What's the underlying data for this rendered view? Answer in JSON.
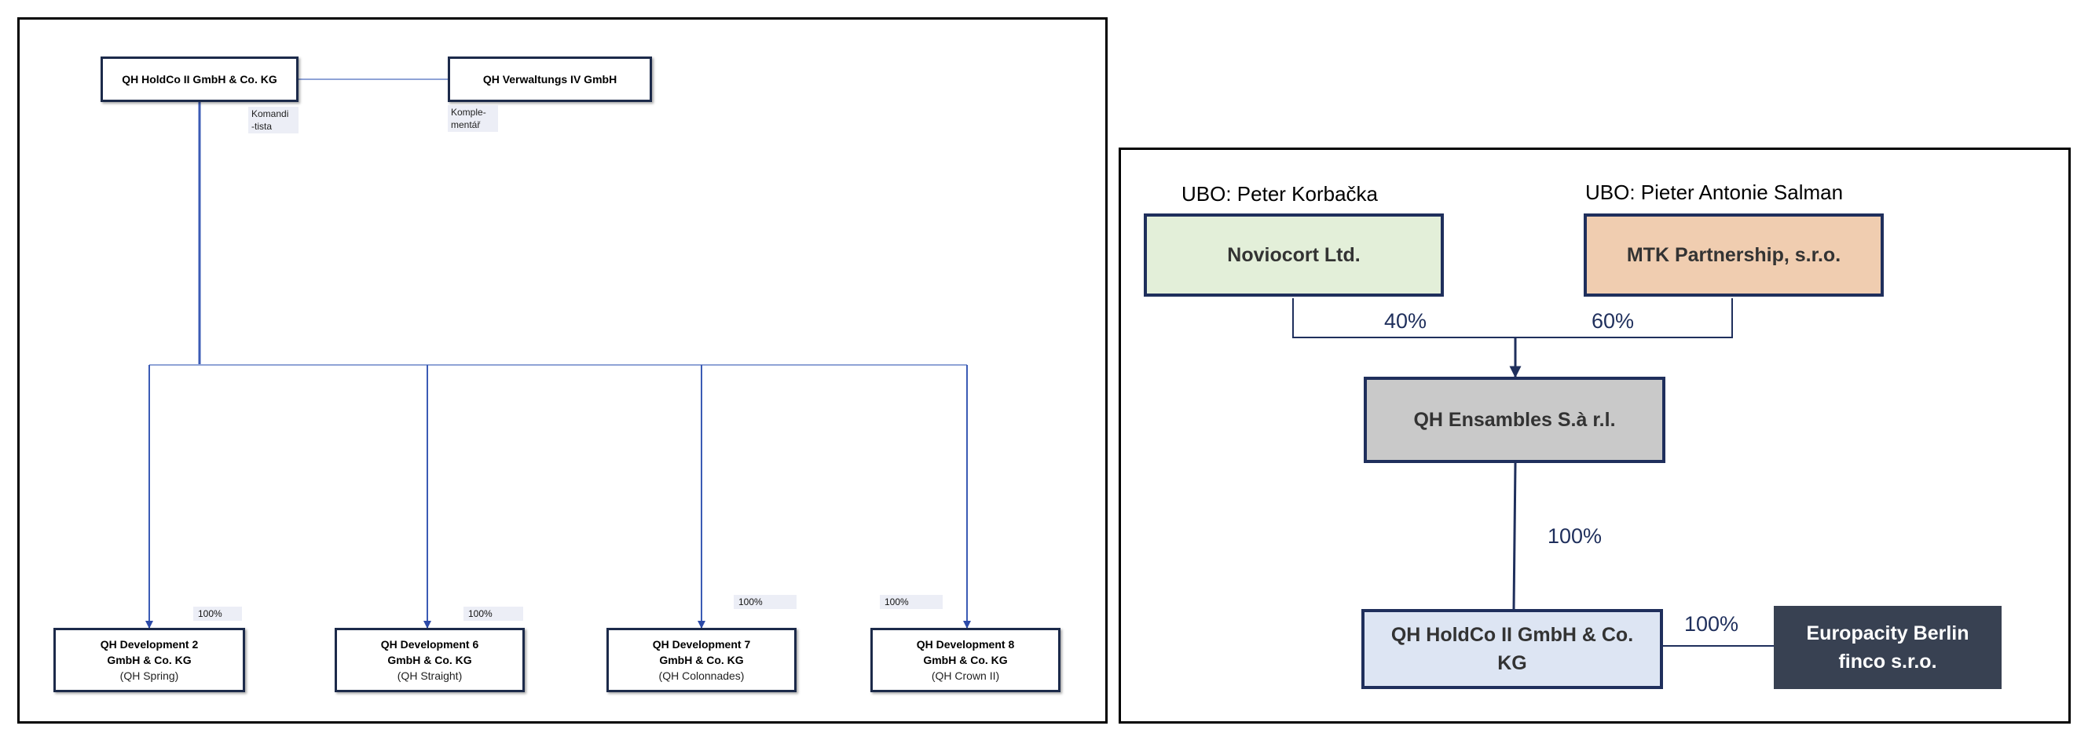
{
  "left": {
    "top_entities": [
      {
        "id": "holdco",
        "label": "QH HoldCo II GmbH & Co. KG"
      },
      {
        "id": "verwaltungs",
        "label": "QH Verwaltungs IV GmbH"
      }
    ],
    "roles": {
      "komanditista_a": "Komandi",
      "komanditista_b": "-tista",
      "komplementar_a": "Komple-",
      "komplementar_b": "mentář"
    },
    "subsidiaries": [
      {
        "line1": "QH Development 2",
        "line2": "GmbH & Co. KG",
        "sub": "(QH Spring)",
        "share": "100%"
      },
      {
        "line1": "QH Development 6",
        "line2": "GmbH & Co. KG",
        "sub": "(QH Straight)",
        "share": "100%"
      },
      {
        "line1": "QH Development 7",
        "line2": "GmbH & Co. KG",
        "sub": "(QH Colonnades)",
        "share": "100%"
      },
      {
        "line1": "QH Development 8",
        "line2": "GmbH & Co. KG",
        "sub": "(QH Crown II)",
        "share": "100%"
      }
    ],
    "colors": {
      "box_border": "#1c2a4a",
      "connector": "#3b5bb5",
      "label_bg": "#eceef6"
    }
  },
  "right": {
    "ubo_left": "UBO: Peter Korbačka",
    "ubo_right": "UBO: Pieter Antonie Salman",
    "noviocort": "Noviocort Ltd.",
    "mtk": "MTK Partnership, s.r.o.",
    "share_noviocort": "40%",
    "share_mtk": "60%",
    "ensambles": "QH Ensambles S.à r.l.",
    "share_ensambles_holdco": "100%",
    "holdco": "QH HoldCo II GmbH & Co. KG",
    "share_holdco_finco": "100%",
    "finco": "Europacity Berlin finco s.r.o.",
    "colors": {
      "noviocort_fill": "#e3efd9",
      "mtk_fill": "#f0cdb0",
      "ensambles_fill": "#c9c9c9",
      "holdco_fill": "#dde5f3",
      "finco_fill": "#384152",
      "border": "#1f2f5c",
      "pct_text": "#1f2f5c"
    }
  }
}
